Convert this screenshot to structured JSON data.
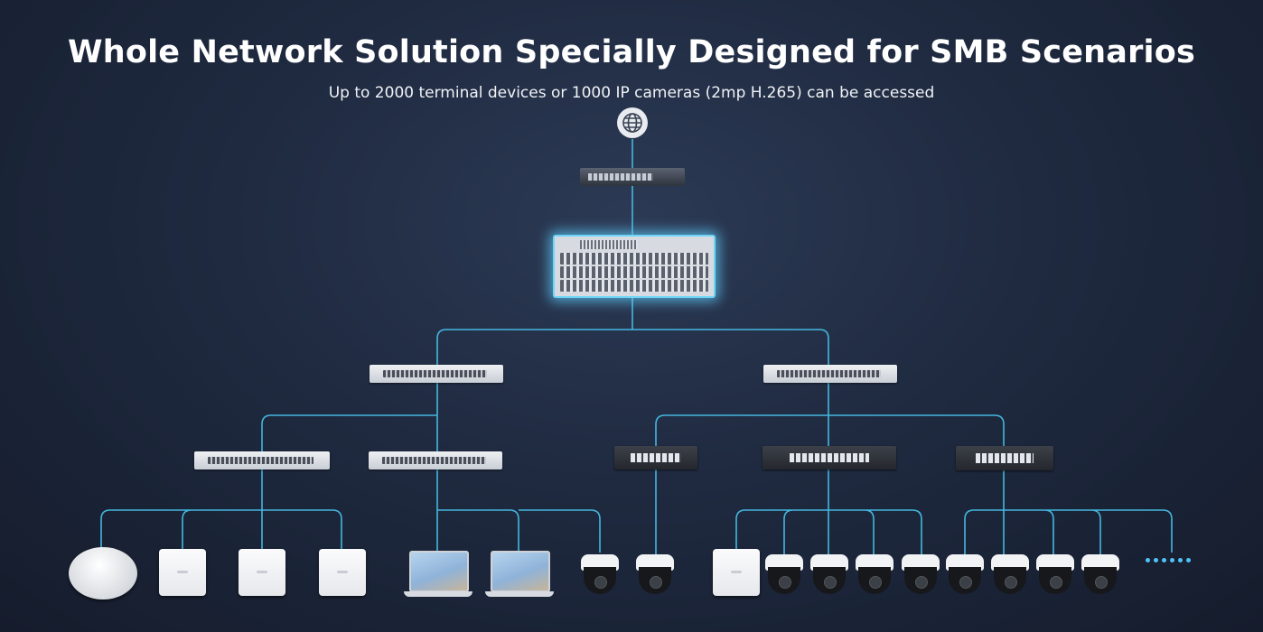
{
  "header": {
    "title": "Whole Network Solution Specially Designed for SMB Scenarios",
    "subtitle": "Up to 2000 terminal devices or 1000 IP cameras (2mp H.265) can be accessed"
  },
  "colors": {
    "wire": "#45b7e0",
    "glow": "#6fd6f7"
  },
  "icons": {
    "internet": "globe-icon",
    "more": "ellipsis-dots"
  }
}
